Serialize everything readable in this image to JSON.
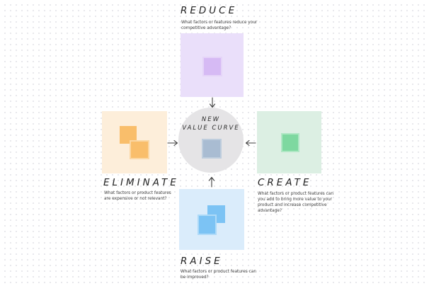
{
  "canvas": {
    "background_color": "#ffffff",
    "dot_color": "#e1e1e5"
  },
  "arrow_color": "#3b3b3b",
  "center": {
    "label_line1": "NEW",
    "label_line2": "VALUE CURVE",
    "circle_color": "#e5e4e6",
    "note_color": "#a9bcd2"
  },
  "sections": {
    "reduce": {
      "title": "REDUCE",
      "description": "What factors or features reduce your competitive advantage?",
      "area_color": "#eadffa",
      "note_color": "#d6baf4"
    },
    "eliminate": {
      "title": "ELIMINATE",
      "description": "What factors or product features are expensive or not relevant?",
      "area_color": "#fdeeda",
      "note_color": "#f9be6b"
    },
    "create": {
      "title": "CREATE",
      "description": "What factors or product features can you add to bring more value to your product and increase competitive advantage?",
      "area_color": "#dcefe3",
      "note_color": "#7ed8a0"
    },
    "raise": {
      "title": "RAISE",
      "description": "What factors or product features can be improved?",
      "area_color": "#daecfb",
      "note_color": "#7cc3f4"
    }
  }
}
